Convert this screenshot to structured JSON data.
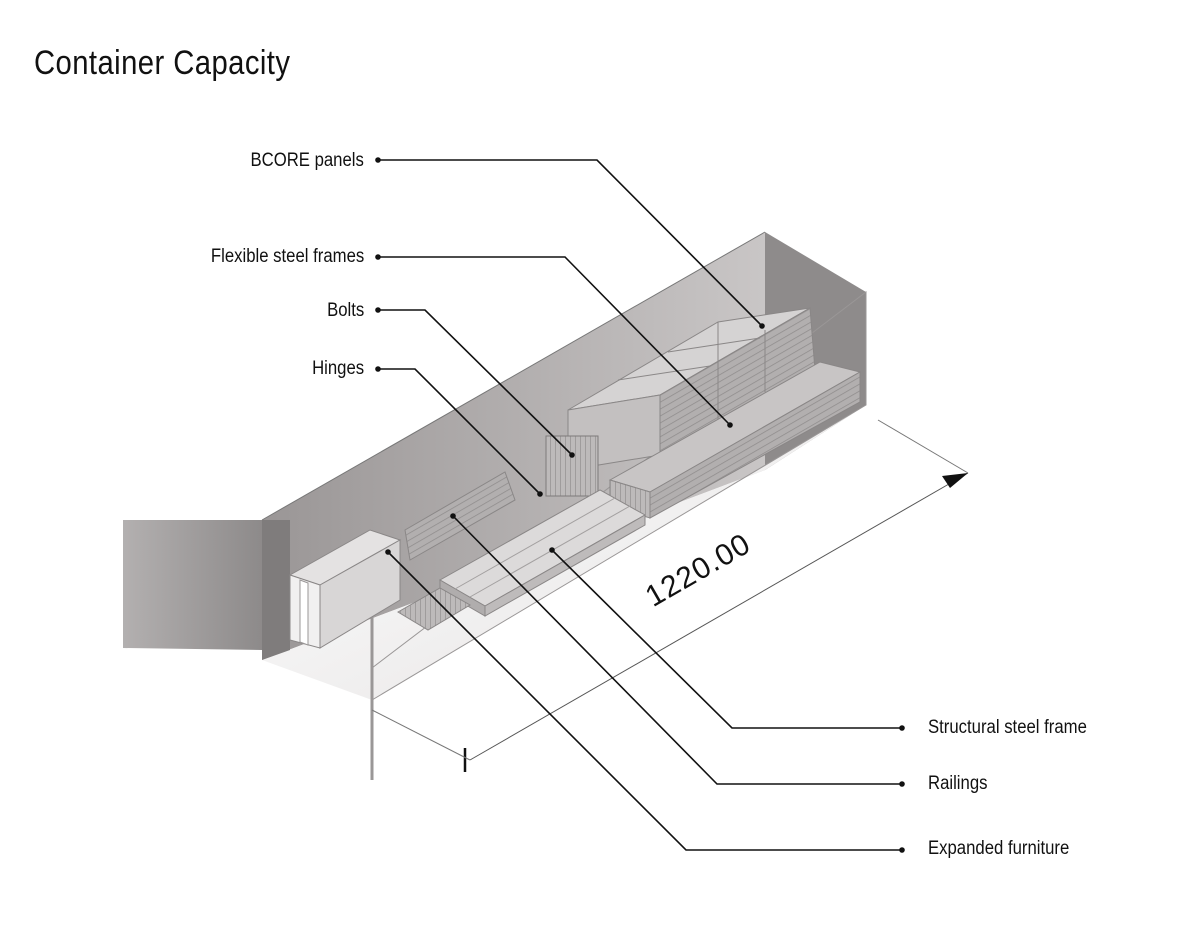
{
  "title": "Container Capacity",
  "labels": {
    "bcore_panels": "BCORE panels",
    "flexible_steel_frames": "Flexible steel frames",
    "bolts": "Bolts",
    "hinges": "Hinges",
    "structural_steel_frame": "Structural steel frame",
    "railings": "Railings",
    "expanded_furniture": "Expanded furniture"
  },
  "dimension": "1220.00"
}
